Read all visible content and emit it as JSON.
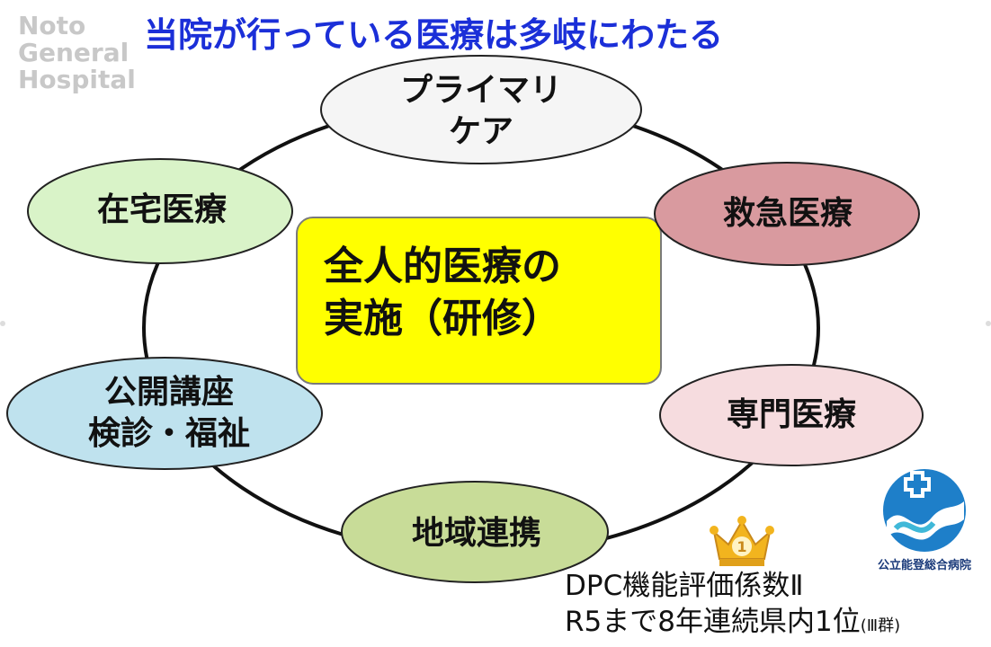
{
  "watermark": {
    "line1": "Noto",
    "line2": "General",
    "line3": "Hospital"
  },
  "title": "当院が行っている医療は多岐にわたる",
  "center": {
    "line1": "全人的医療の",
    "line2": "実施（研修）"
  },
  "nodes": {
    "primary_care": {
      "line1": "プライマリ",
      "line2": "ケア"
    },
    "emergency": {
      "line1": "救急医療"
    },
    "specialty": {
      "line1": "専門医療"
    },
    "community": {
      "line1": "地域連携"
    },
    "lectures": {
      "line1": "公開講座",
      "line2": "検診・福祉"
    },
    "home_care": {
      "line1": "在宅医療"
    }
  },
  "colors": {
    "title": "#1b2fd8",
    "center_fill": "#ffff00",
    "primary_care_fill": "#f5f5f5",
    "emergency_fill": "#d99a9f",
    "specialty_fill": "#f6dcdf",
    "community_fill": "#c8dc98",
    "lectures_fill": "#bfe2ee",
    "home_care_fill": "#d9f3c8"
  },
  "badge": {
    "rank": "1"
  },
  "logo": {
    "name": "公立能登総合病院"
  },
  "dpc": {
    "line1": "DPC機能評価係数Ⅱ",
    "line2": "R5まで8年連続県内1位",
    "line2_note": "(Ⅲ群)"
  }
}
